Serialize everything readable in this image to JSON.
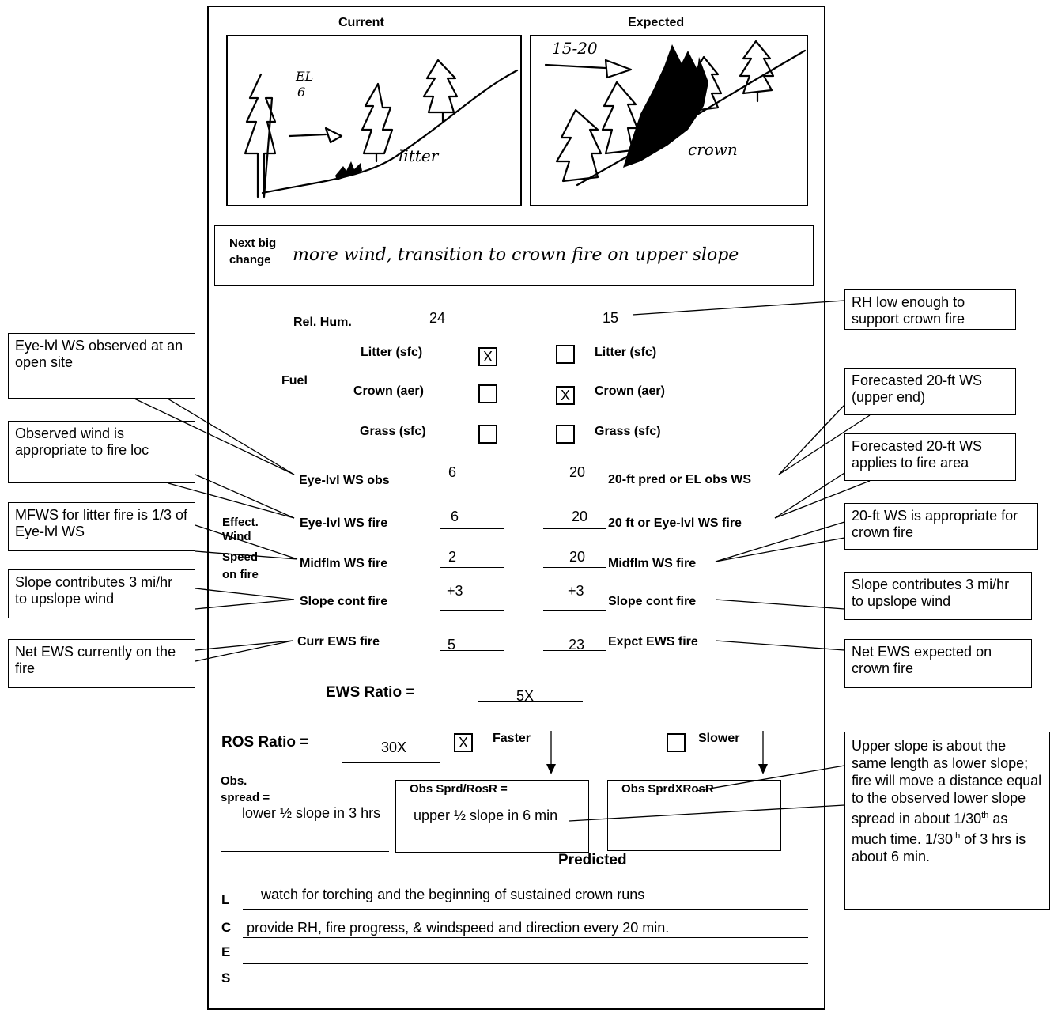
{
  "headers": {
    "current": "Current",
    "expected": "Expected"
  },
  "sketch_current": {
    "el_label": "EL",
    "el_value": "6",
    "fuel_label": "litter"
  },
  "sketch_expected": {
    "ws_label": "15-20",
    "fuel_label": "crown"
  },
  "next_change": {
    "label_line1": "Next big",
    "label_line2": "change",
    "text": "more wind, transition to crown fire on upper slope"
  },
  "rel_hum": {
    "label": "Rel. Hum.",
    "current": "24",
    "expected": "15"
  },
  "fuel": {
    "label": "Fuel",
    "rows": [
      {
        "label": "Litter (sfc)",
        "current": "X",
        "expected": ""
      },
      {
        "label": "Crown (aer)",
        "current": "",
        "expected": "X"
      },
      {
        "label": "Grass (sfc)",
        "current": "",
        "expected": ""
      }
    ]
  },
  "wind": {
    "group_label": [
      "Effect.",
      "Wind",
      "Speed",
      "on fire"
    ],
    "rows": [
      {
        "left_label": "Eye-lvl WS obs",
        "current": "6",
        "expected": "20",
        "right_label": "20-ft pred or EL obs WS"
      },
      {
        "left_label": "Eye-lvl WS fire",
        "current": "6",
        "expected": "20",
        "right_label": "20 ft or Eye-lvl WS fire"
      },
      {
        "left_label": "Midflm WS fire",
        "current": "2",
        "expected": "20",
        "right_label": "Midflm WS fire"
      },
      {
        "left_label": "Slope cont fire",
        "current": "+3",
        "expected": "+3",
        "right_label": "Slope cont fire"
      },
      {
        "left_label": "Curr EWS fire",
        "current": "5",
        "expected": "23",
        "right_label": "Expct EWS fire"
      }
    ]
  },
  "ews_ratio": {
    "label": "EWS Ratio =",
    "value": "5X"
  },
  "ros_ratio": {
    "label": "ROS Ratio =",
    "value": "30X",
    "faster_label": "Faster",
    "faster_checked": "X",
    "slower_label": "Slower",
    "slower_checked": ""
  },
  "spread": {
    "obs_label_1": "Obs.",
    "obs_label_2": "spread =",
    "obs_value": "lower ½ slope in 3 hrs",
    "sprd_div_label": "Obs Sprd/RosR =",
    "sprd_div_value": "upper ½ slope in 6 min",
    "sprd_mul_label": "Obs SprdXRosR",
    "sprd_mul_value": "",
    "predicted_label": "Predicted"
  },
  "lces": [
    {
      "letter": "L",
      "text": "watch for torching and the beginning of sustained crown runs"
    },
    {
      "letter": "C",
      "text": "provide RH, fire progress, & windspeed and direction every 20 min."
    },
    {
      "letter": "E",
      "text": ""
    },
    {
      "letter": "S",
      "text": ""
    }
  ],
  "callouts": {
    "rh": "RH low enough to support crown fire",
    "eye_obs": "Eye-lvl WS observed at an open site",
    "forecast_upper": "Forecasted 20-ft WS (upper end)",
    "obs_wind": "Observed wind is appropriate to fire loc",
    "forecast_area": "Forecasted 20-ft WS applies to fire area",
    "mfws": "MFWS for litter fire is 1/3 of Eye-lvl WS",
    "ws_crown": "20-ft WS is appropriate for crown fire",
    "slope_left": "Slope contributes 3 mi/hr to upslope wind",
    "slope_right": "Slope contributes 3 mi/hr to upslope wind",
    "net_current": "Net EWS currently on the fire",
    "net_expected": "Net EWS expected on crown fire",
    "upper_slope_p1": "Upper slope is about the same length as lower slope; fire will move a distance equal to the observed lower slope spread in about 1/30",
    "sup1": "th",
    "upper_slope_p2": " as much time.  1/30",
    "sup2": "th",
    "upper_slope_p3": " of 3 hrs is about 6 min."
  }
}
